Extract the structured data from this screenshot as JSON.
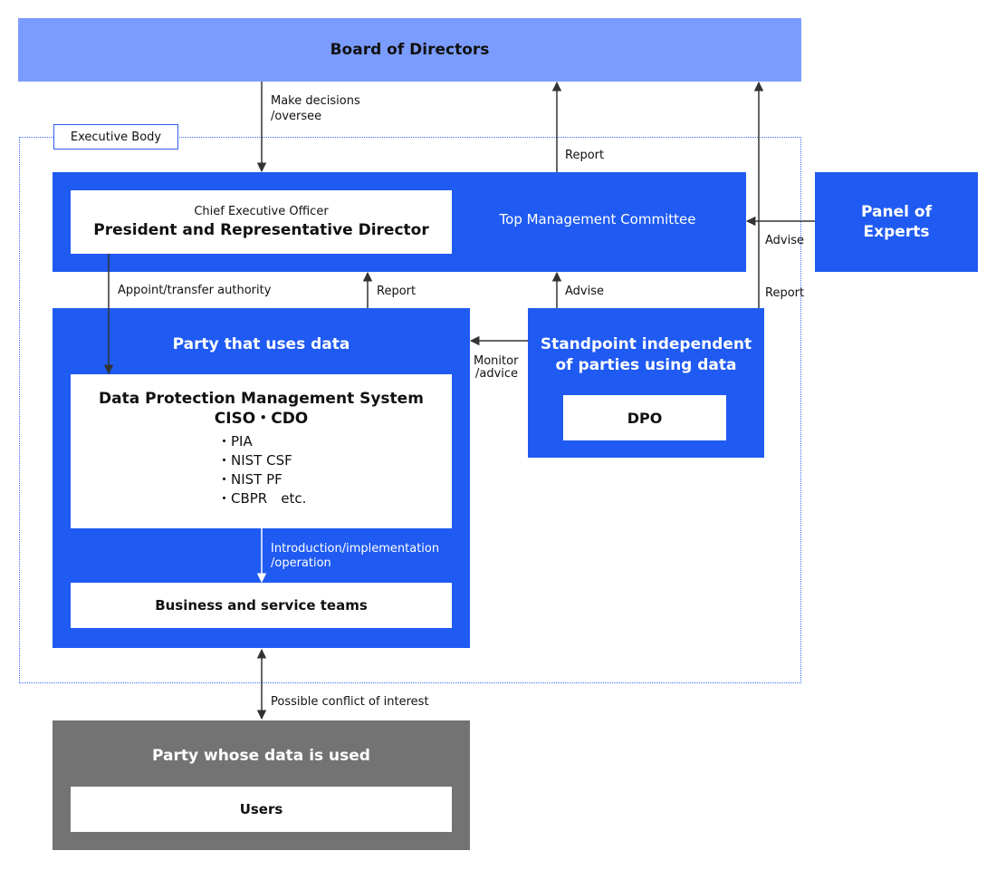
{
  "board": {
    "title": "Board of Directors"
  },
  "executive_body": {
    "label": "Executive Body"
  },
  "top_management": {
    "committee_label": "Top Management Committee",
    "ceo_role": "Chief Executive Officer",
    "ceo_title": "President and Representative Director"
  },
  "panel": {
    "line1": "Panel of",
    "line2": "Experts"
  },
  "party_uses": {
    "title": "Party that uses data",
    "dpms_line1": "Data Protection Management System",
    "dpms_line2": "CISO・CDO",
    "dpms_items": [
      "・PIA",
      "・NIST CSF",
      "・NIST PF",
      "・CBPR　etc."
    ],
    "business_teams": "Business and service teams"
  },
  "independent": {
    "line1": "Standpoint independent",
    "line2": "of parties using data",
    "dpo": "DPO"
  },
  "party_data": {
    "title": "Party whose data is used",
    "users": "Users"
  },
  "arrow_labels": {
    "decisions_1": "Make decisions",
    "decisions_2": "/oversee",
    "report_top": "Report",
    "appoint": "Appoint/transfer authority",
    "report_mid": "Report",
    "advise_mid": "Advise",
    "advise_panel": "Advise",
    "report_right": "Report",
    "monitor_1": "Monitor",
    "monitor_2": "/advice",
    "intro_1": "Introduction/implementation",
    "intro_2": "/operation",
    "conflict": "Possible conflict of interest"
  },
  "colors": {
    "board": "#7b9cff",
    "primary": "#1f5af2",
    "gray": "#737373",
    "arrow": "#333333"
  }
}
